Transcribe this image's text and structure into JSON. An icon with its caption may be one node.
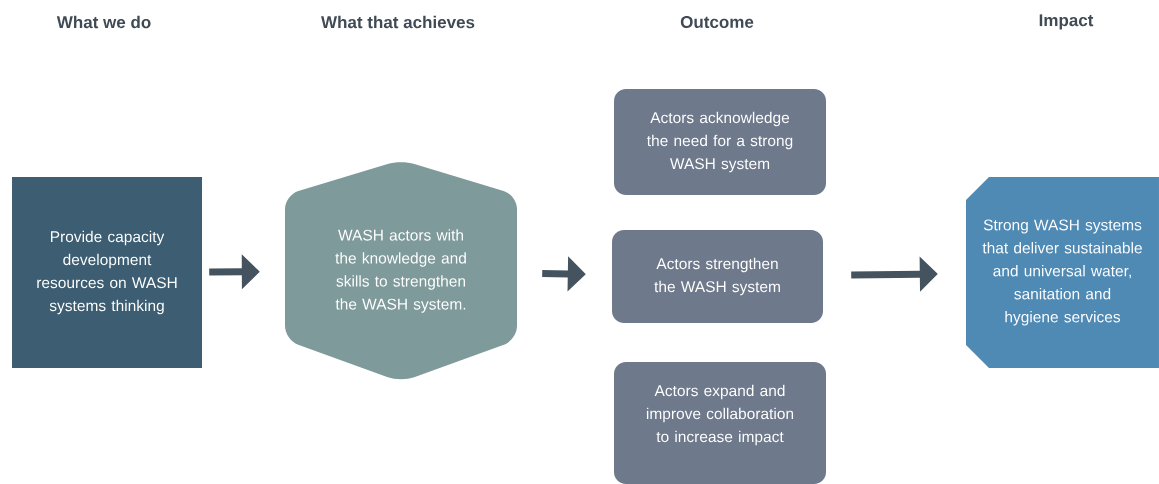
{
  "diagram": {
    "nodes": [
      {
        "text": [
          "Provide capacity development resources on WASH systems thinking"
        ]
      },
      {
        "text": [
          "WASH actors with the knowledge and skills to strengthen the WASH system."
        ]
      },
      {
        "text": [
          "Actors acknowledge the need for a strong WASH system"
        ]
      },
      {
        "text": [
          "Actors strengthen the WASH system"
        ]
      },
      {
        "text": [
          "Actors expand and improve collaboration to increase impact"
        ]
      },
      {
        "text": [
          "Strong WASH systems that deliver sustainable and universal water, sanitation and hygiene services"
        ]
      }
    ],
    "edges": [
      {
        "from": 0,
        "to": 1,
        "arrow": "to"
      },
      {
        "from": 1,
        "to": 3,
        "arrow": "to"
      },
      {
        "from": 3,
        "to": 5,
        "arrow": "to"
      }
    ],
    "labels": [
      "What we do",
      "What that achieves",
      "Outcome",
      "Impact"
    ]
  }
}
